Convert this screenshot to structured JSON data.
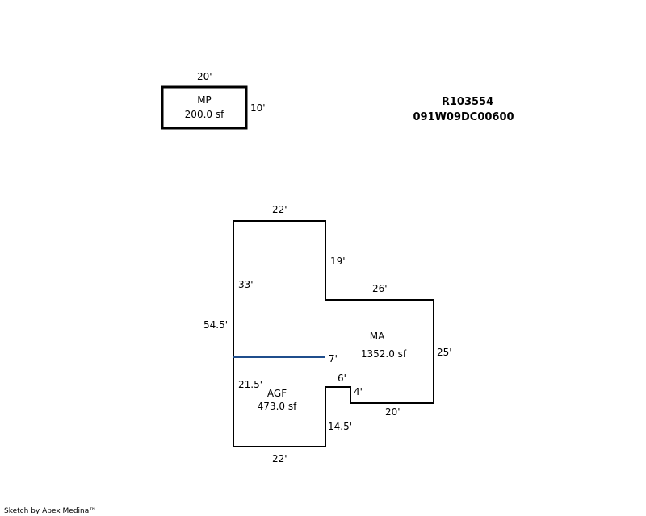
{
  "parcel": {
    "account": "R103554",
    "map_number": "091W09DC00600"
  },
  "areas": {
    "mp": {
      "code": "MP",
      "area": "200.0 sf",
      "width": "20'",
      "depth": "10'"
    },
    "ma": {
      "code": "MA",
      "area": "1352.0 sf"
    },
    "agf": {
      "code": "AGF",
      "area": "473.0 sf"
    }
  },
  "dimensions": {
    "ma_top": "22'",
    "ma_upper_right": "19'",
    "ma_left_upper": "33'",
    "ma_step": "26'",
    "ma_right": "25'",
    "ma_bottom": "20'",
    "notch_vertical": "4'",
    "notch_horizontal": "6'",
    "divider_right": "7'",
    "overall_left": "54.5'",
    "agf_left": "21.5'",
    "agf_right": "14.5'",
    "agf_bottom": "22'"
  },
  "footer": {
    "credit": "Sketch by Apex Medina™"
  },
  "colors": {
    "outline": "#000000",
    "divider": "#1f4e8c"
  }
}
